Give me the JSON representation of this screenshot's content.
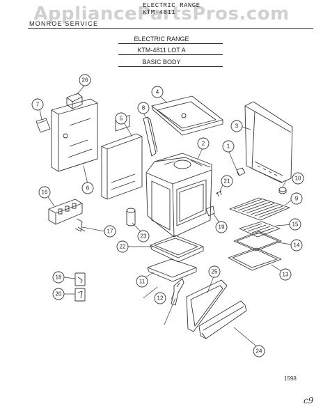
{
  "watermark": "AppliancePartsPros.com",
  "header": {
    "title": "ELECTRIC RANGE",
    "model_code": "KTM-4811",
    "left_label": "MONROE SERVICE"
  },
  "subtitle": {
    "line1": "ELECTRIC RANGE",
    "line2": "KTM-4811 LOT A",
    "line3": "BASIC BODY"
  },
  "callouts": [
    "1",
    "2",
    "3",
    "4",
    "5",
    "6",
    "7",
    "8",
    "9",
    "10",
    "11",
    "12",
    "13",
    "14",
    "15",
    "16",
    "17",
    "18",
    "19",
    "20",
    "21",
    "22",
    "23",
    "24",
    "25",
    "26"
  ],
  "page_number": "1598",
  "corner_mark": "c9"
}
